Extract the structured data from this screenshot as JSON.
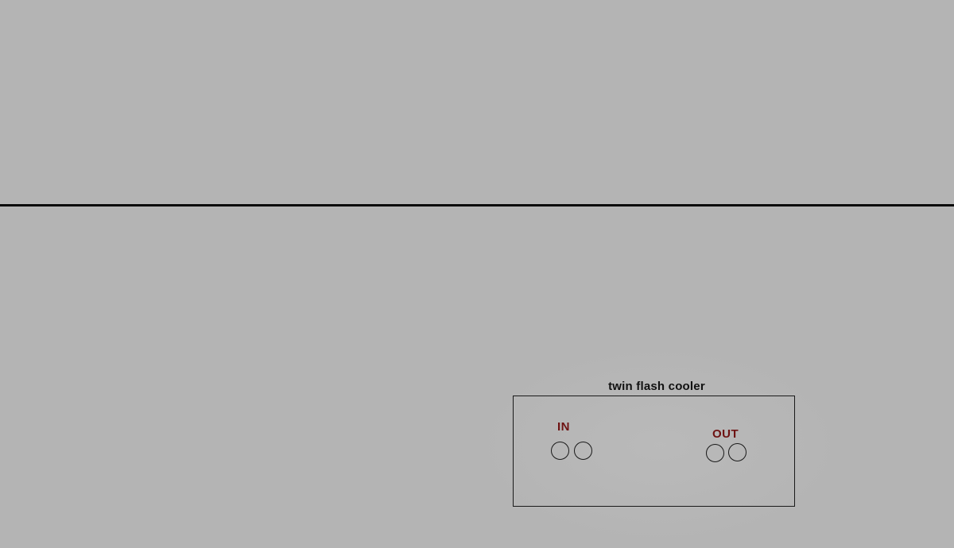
{
  "device": {
    "title": "twin flash cooler",
    "inlet_label": "IN",
    "outlet_label": "OUT"
  },
  "colors": {
    "background": "#b4b4b4",
    "line": "#0a0a0a",
    "label_text": "#6e1212"
  }
}
